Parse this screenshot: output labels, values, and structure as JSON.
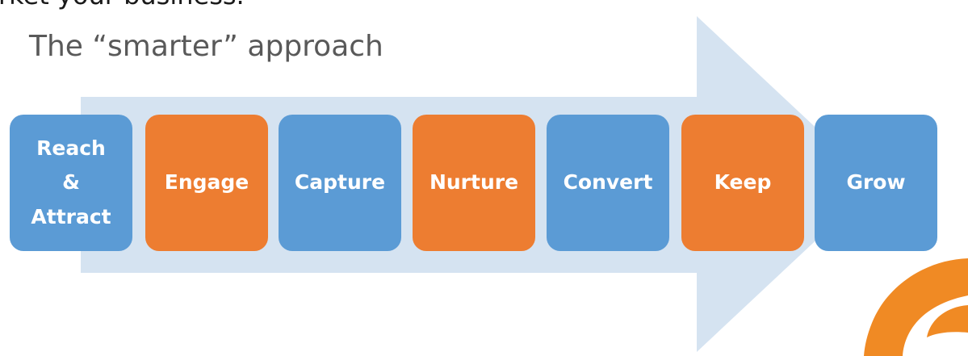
{
  "heading_partial": "rket your business.",
  "subtitle": "The “smarter” approach",
  "steps": [
    {
      "label": "Reach\n&\nAttract",
      "color": "blue"
    },
    {
      "label": "Engage",
      "color": "orange"
    },
    {
      "label": "Capture",
      "color": "blue"
    },
    {
      "label": "Nurture",
      "color": "orange"
    },
    {
      "label": "Convert",
      "color": "blue"
    },
    {
      "label": "Keep",
      "color": "orange"
    },
    {
      "label": "Grow",
      "color": "blue"
    }
  ],
  "colors": {
    "blue": "#5b9bd5",
    "orange": "#ed7d31",
    "arrow": "#d5e3f1",
    "logo": "#f08a24"
  }
}
